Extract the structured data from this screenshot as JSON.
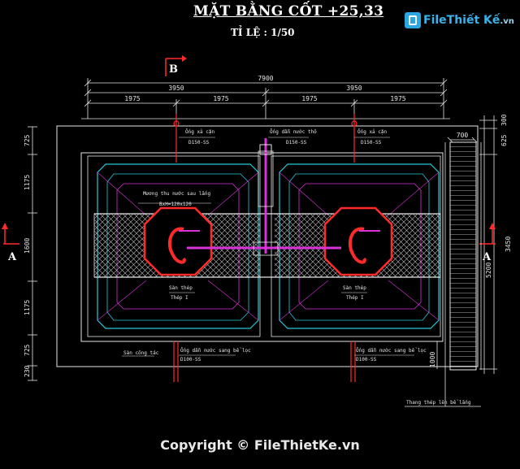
{
  "header": {
    "title": "MẶT BẰNG CỐT +25,33",
    "scale": "TỈ LỆ : 1/50"
  },
  "logo": {
    "part1": "File",
    "part2": "Thiết Kế",
    "part3": ".vn"
  },
  "section_marks": {
    "b": "B",
    "a_left": "A",
    "a_right": "A"
  },
  "dimensions": {
    "overall": "7900",
    "half_left": "3950",
    "half_right": "3950",
    "quarters": [
      "1975",
      "1975",
      "1975",
      "1975"
    ],
    "stair_width": "700",
    "left_chain": [
      "725",
      "1175",
      "1600",
      "1175",
      "725",
      "230"
    ],
    "right_small": [
      "300",
      "625"
    ],
    "right_total": "5200",
    "right_mid": "3450",
    "stair_lower": "1000"
  },
  "annotations": {
    "pipe_top_left": "Ống xả cặn",
    "pipe_top_left_size": "D150-SS",
    "pipe_top_mid": "Ống dẫn nước thô",
    "pipe_top_mid_size": "D150-SS",
    "pipe_top_right": "Ống xả cặn",
    "pipe_top_right_size": "D150-SS",
    "channel": "Mương thu nước sau lắng",
    "channel_size": "BxH=120x120",
    "hopper_left": "Sàn thép",
    "hopper_left_sub": "Thép I",
    "hopper_right": "Sàn thép",
    "hopper_right_sub": "Thép I",
    "floor": "Sàn công tác",
    "pipe_bottom_left": "Ống dẫn nước sang bể lọc",
    "pipe_bottom_left_size": "D100-SS",
    "pipe_bottom_right": "Ống dẫn nước sang bể lọc",
    "pipe_bottom_right_size": "D100-SS",
    "stair_note": "Thang thép lên bể lắng"
  },
  "footer": {
    "copyright": "Copyright © FileThietKe.vn"
  },
  "colors": {
    "line_white": "#e6e6e6",
    "line_cyan": "#27c8d8",
    "line_red": "#ff2a2a",
    "line_magenta": "#d832d8",
    "line_yellow": "#e8e23a",
    "mesh": "#bdbdbd",
    "background": "#000000"
  }
}
